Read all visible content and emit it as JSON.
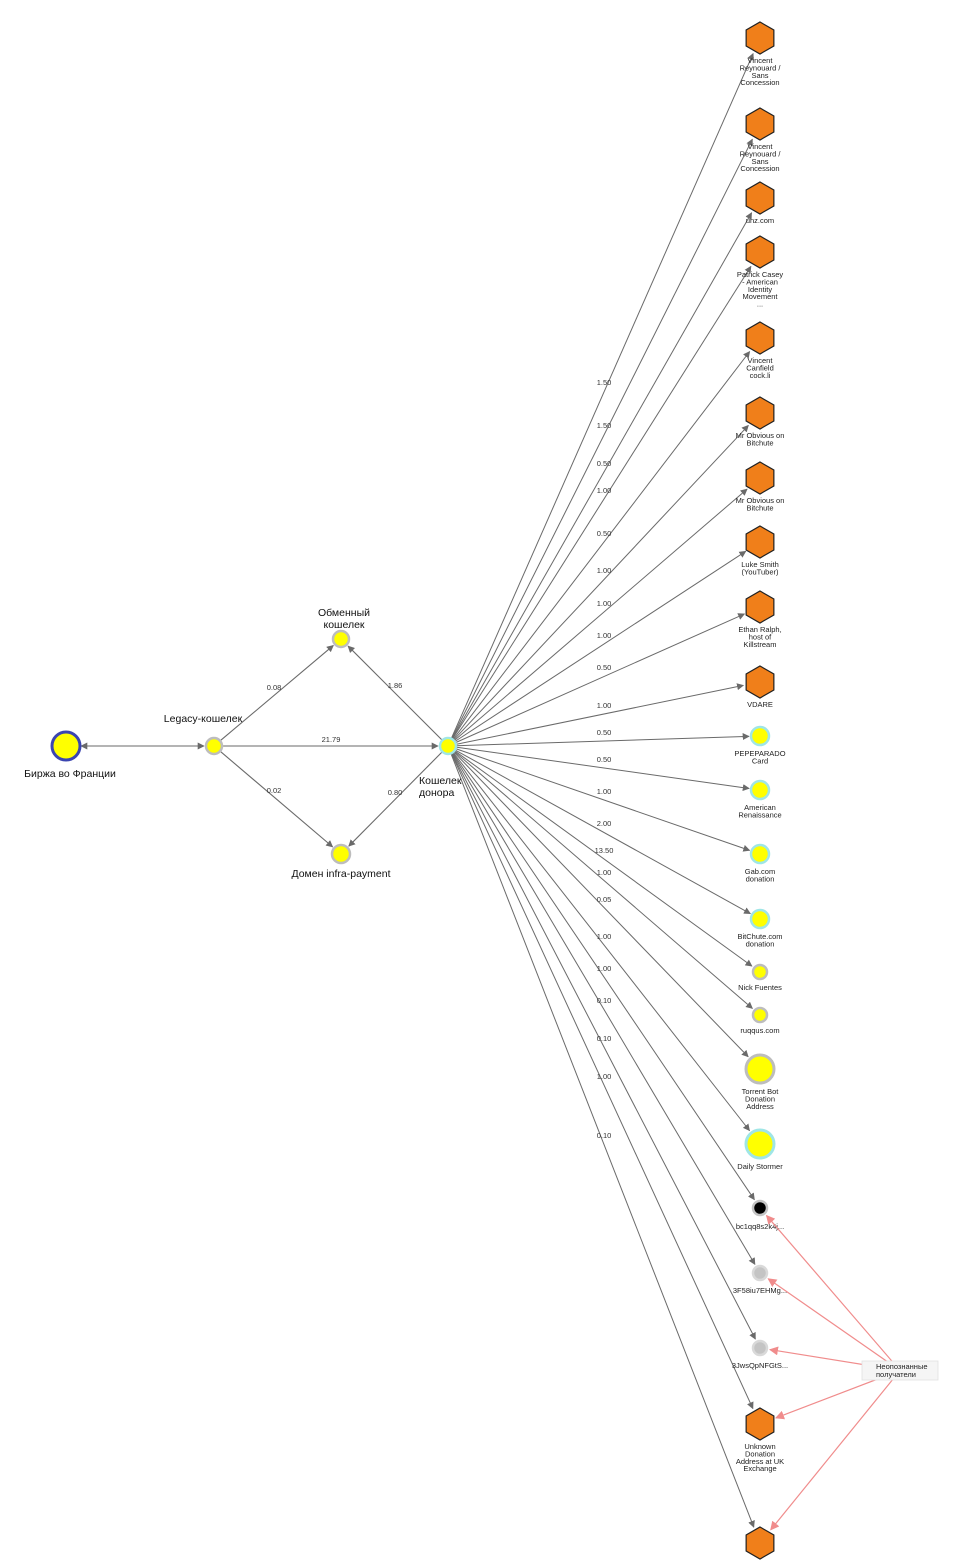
{
  "colors": {
    "wallet_fill": "#ffff00",
    "wallet_border_gray": "#bdbdbd",
    "wallet_border_cyan": "#9fe6e6",
    "exchange_border": "#3b45b0",
    "entity_fill": "#f07f1a",
    "entity_border": "#222222",
    "unknown_gray": "#c4c4c4",
    "unknown_black": "#000000",
    "edge_color": "#6a6a6a",
    "callout_edge": "#f08c8c",
    "callout_bg": "#f5f5f5"
  },
  "left_nodes": [
    {
      "id": "exchange",
      "label": "Биржа во Франции",
      "shape": "exchange-circle-icon"
    },
    {
      "id": "legacy",
      "label": "Legacy-кошелек",
      "shape": "wallet-circle-icon"
    },
    {
      "id": "obmen",
      "label_lines": [
        "Обменный",
        "кошелек"
      ],
      "shape": "wallet-circle-icon"
    },
    {
      "id": "infra",
      "label": "Домен infra-payment",
      "shape": "wallet-circle-icon"
    },
    {
      "id": "donor",
      "label_lines": [
        "Кошелек",
        "донора"
      ],
      "shape": "wallet-circle-icon"
    }
  ],
  "left_edges": [
    {
      "from": "exchange",
      "to": "legacy",
      "label": "",
      "bidirectional": true
    },
    {
      "from": "legacy",
      "to": "obmen",
      "label": "0.08"
    },
    {
      "from": "legacy",
      "to": "donor",
      "label": "21.79"
    },
    {
      "from": "legacy",
      "to": "infra",
      "label": "0.02"
    },
    {
      "from": "donor",
      "to": "obmen",
      "label": "1.86"
    },
    {
      "from": "donor",
      "to": "infra",
      "label": "0.80"
    }
  ],
  "recipients": [
    {
      "kind": "hexagon",
      "label_lines": [
        "Vincent",
        "Reynouard /",
        "Sans",
        "Concession"
      ],
      "amount": "1.50"
    },
    {
      "kind": "hexagon",
      "label_lines": [
        "Vincent",
        "Reynouard /",
        "Sans",
        "Concession"
      ],
      "amount": "1.50"
    },
    {
      "kind": "hexagon",
      "label_lines": [
        "unz.com"
      ],
      "amount": "0.50"
    },
    {
      "kind": "hexagon",
      "label_lines": [
        "Patrick Casey",
        "- American",
        "Identity",
        "Movement",
        "..."
      ],
      "amount": "1.00"
    },
    {
      "kind": "hexagon",
      "label_lines": [
        "Vincent",
        "Canfield",
        "cock.li"
      ],
      "amount": "0.50"
    },
    {
      "kind": "hexagon",
      "label_lines": [
        "Mr Obvious on",
        "Bitchute"
      ],
      "amount": "1.00"
    },
    {
      "kind": "hexagon",
      "label_lines": [
        "Mr Obvious on",
        "Bitchute"
      ],
      "amount": "1.00"
    },
    {
      "kind": "hexagon",
      "label_lines": [
        "Luke Smith",
        "(YouTuber)"
      ],
      "amount": "1.00"
    },
    {
      "kind": "hexagon",
      "label_lines": [
        "Ethan Ralph,",
        "host of",
        "Killstream"
      ],
      "amount": "0.50"
    },
    {
      "kind": "hexagon",
      "label_lines": [
        "VDARE"
      ],
      "amount": "1.00"
    },
    {
      "kind": "circle-cyan",
      "label_lines": [
        "PEPEPARADO",
        "Card"
      ],
      "amount": "0.50"
    },
    {
      "kind": "circle-cyan",
      "label_lines": [
        "American",
        "Renaissance"
      ],
      "amount": "0.50"
    },
    {
      "kind": "circle-cyan",
      "label_lines": [
        "Gab.com",
        "donation"
      ],
      "amount": "1.00"
    },
    {
      "kind": "circle-cyan",
      "label_lines": [
        "BitChute.com",
        "donation"
      ],
      "amount": "2.00"
    },
    {
      "kind": "circle-gray",
      "label_lines": [
        "Nick Fuentes"
      ],
      "amount": "13.50"
    },
    {
      "kind": "circle-gray",
      "label_lines": [
        "ruqqus.com"
      ],
      "amount": "1.00"
    },
    {
      "kind": "circle-gray-large",
      "label_lines": [
        "Torrent Bot",
        "Donation",
        "Address"
      ],
      "amount": "0.05"
    },
    {
      "kind": "circle-cyan-large",
      "label_lines": [
        "Daily Stormer"
      ],
      "amount": "1.00"
    },
    {
      "kind": "unknown-black",
      "label_lines": [
        "bc1qq8s2k4j..."
      ],
      "amount": "1.00"
    },
    {
      "kind": "unknown-gray",
      "label_lines": [
        "3F58iu7EHMg..."
      ],
      "amount": "0.10"
    },
    {
      "kind": "unknown-gray",
      "label_lines": [
        "3JwsQpNFGtS..."
      ],
      "amount": "0.10"
    },
    {
      "kind": "hexagon",
      "label_lines": [
        "Unknown",
        "Donation",
        "Address at UK",
        "Exchange"
      ],
      "amount": "1.00"
    },
    {
      "kind": "hexagon",
      "label_lines": [
        ""
      ],
      "amount": "0.10"
    }
  ],
  "callout": {
    "label_lines": [
      "Неопознанные",
      "получатели"
    ],
    "targets": [
      18,
      19,
      20,
      21,
      22
    ]
  }
}
